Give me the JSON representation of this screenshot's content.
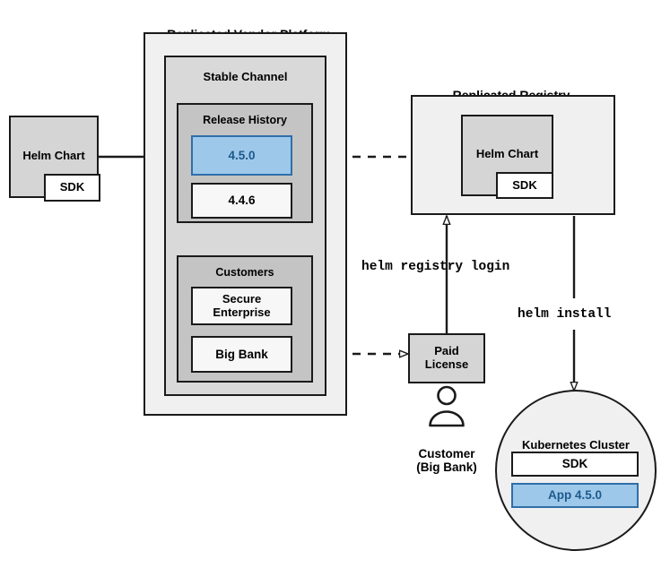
{
  "diagram": {
    "title_vendor_platform": "Replicated Vendor Platform",
    "title_registry": "Replicated Registry",
    "stable_channel": "Stable Channel",
    "release_history": "Release History",
    "customers": "Customers",
    "release_current": "4.5.0",
    "release_previous": "4.4.6",
    "customer_secure_enterprise": "Secure\nEnterprise",
    "customer_big_bank": "Big Bank",
    "source_helm_chart": "Helm Chart",
    "source_sdk": "SDK",
    "registry_helm_chart": "Helm Chart",
    "registry_sdk": "SDK",
    "paid_license": "Paid\nLicense",
    "customer_caption": "Customer\n(Big Bank)",
    "cluster_title": "Kubernetes Cluster",
    "cluster_sdk": "SDK",
    "cluster_app": "App 4.5.0",
    "cmd_registry_login": "helm registry login",
    "cmd_helm_install": "helm install"
  },
  "icons": {
    "person": "person-icon",
    "arrow_solid": "arrow-solid-icon",
    "arrow_dashed": "arrow-dashed-icon"
  },
  "colors": {
    "accent_blue_fill": "#9ec8ea",
    "accent_blue_border": "#2f6fa8",
    "accent_blue_text": "#1c5a8c",
    "panel_outer": "#f0f0f0",
    "panel_channel": "#d9d9d9",
    "panel_group": "#c4c4c4",
    "stroke": "#1a1a1a"
  }
}
